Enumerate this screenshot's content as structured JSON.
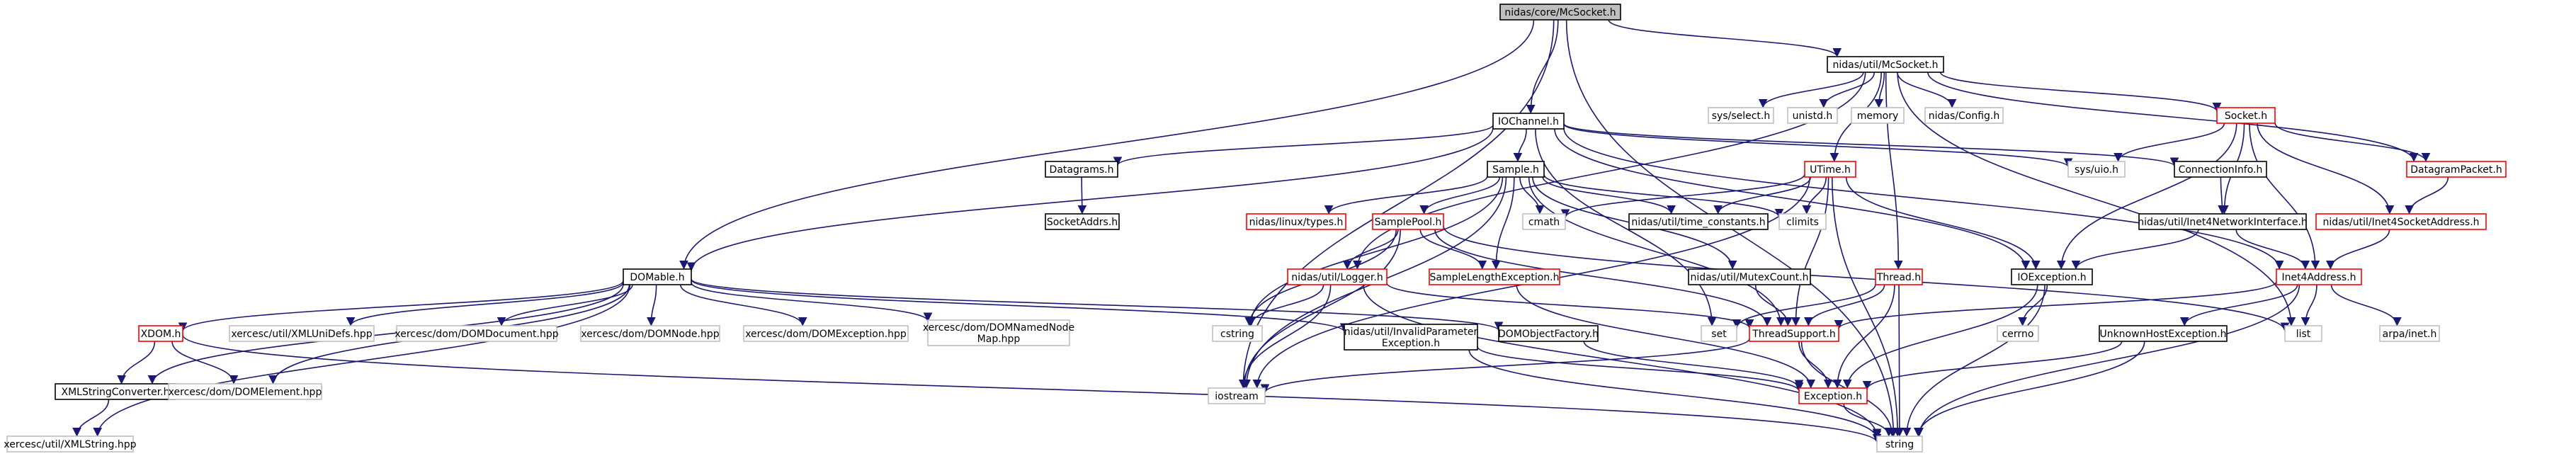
{
  "diagram": {
    "nodes": [
      {
        "id": "mcsocket_core",
        "lines": [
          "nidas/core/McSocket.h"
        ],
        "style": "root"
      },
      {
        "id": "mcsocket_util",
        "lines": [
          "nidas/util/McSocket.h"
        ],
        "style": "normal"
      },
      {
        "id": "dommable",
        "lines": [
          "DOMable.h"
        ],
        "style": "normal"
      },
      {
        "id": "iochannel",
        "lines": [
          "IOChannel.h"
        ],
        "style": "normal"
      },
      {
        "id": "string",
        "lines": [
          "string"
        ],
        "style": "gray"
      },
      {
        "id": "iostream",
        "lines": [
          "iostream"
        ],
        "style": "gray"
      },
      {
        "id": "datagrams",
        "lines": [
          "Datagrams.h"
        ],
        "style": "normal"
      },
      {
        "id": "socketaddrs",
        "lines": [
          "SocketAddrs.h"
        ],
        "style": "normal"
      },
      {
        "id": "sample",
        "lines": [
          "Sample.h"
        ],
        "style": "normal"
      },
      {
        "id": "linuxtypes",
        "lines": [
          "nidas/linux/types.h"
        ],
        "style": "red"
      },
      {
        "id": "samplepool",
        "lines": [
          "SamplePool.h"
        ],
        "style": "red"
      },
      {
        "id": "logger",
        "lines": [
          "nidas/util/Logger.h"
        ],
        "style": "red"
      },
      {
        "id": "samplelength",
        "lines": [
          "SampleLengthException.h"
        ],
        "style": "red"
      },
      {
        "id": "cmath",
        "lines": [
          "cmath"
        ],
        "style": "gray"
      },
      {
        "id": "timeconst",
        "lines": [
          "nidas/util/time_constants.h"
        ],
        "style": "normal"
      },
      {
        "id": "climits",
        "lines": [
          "climits"
        ],
        "style": "gray"
      },
      {
        "id": "mutexcount",
        "lines": [
          "nidas/util/MutexCount.h"
        ],
        "style": "normal"
      },
      {
        "id": "utime",
        "lines": [
          "UTime.h"
        ],
        "style": "red"
      },
      {
        "id": "thread",
        "lines": [
          "Thread.h"
        ],
        "style": "red"
      },
      {
        "id": "threadsupport",
        "lines": [
          "ThreadSupport.h"
        ],
        "style": "red"
      },
      {
        "id": "exception",
        "lines": [
          "Exception.h"
        ],
        "style": "red"
      },
      {
        "id": "ioexception",
        "lines": [
          "IOException.h"
        ],
        "style": "normal"
      },
      {
        "id": "cerrno",
        "lines": [
          "cerrno"
        ],
        "style": "gray"
      },
      {
        "id": "sysselect",
        "lines": [
          "sys/select.h"
        ],
        "style": "gray"
      },
      {
        "id": "unistd",
        "lines": [
          "unistd.h"
        ],
        "style": "gray"
      },
      {
        "id": "memory",
        "lines": [
          "memory"
        ],
        "style": "gray"
      },
      {
        "id": "config",
        "lines": [
          "nidas/Config.h"
        ],
        "style": "gray"
      },
      {
        "id": "socket",
        "lines": [
          "Socket.h"
        ],
        "style": "red"
      },
      {
        "id": "sysuio",
        "lines": [
          "sys/uio.h"
        ],
        "style": "gray"
      },
      {
        "id": "connectioninfo",
        "lines": [
          "ConnectionInfo.h"
        ],
        "style": "normal"
      },
      {
        "id": "datagrampacket",
        "lines": [
          "DatagramPacket.h"
        ],
        "style": "red"
      },
      {
        "id": "inet4netif",
        "lines": [
          "nidas/util/Inet4NetworkInterface.h"
        ],
        "style": "normal"
      },
      {
        "id": "inet4sockaddr",
        "lines": [
          "nidas/util/Inet4SocketAddress.h"
        ],
        "style": "red"
      },
      {
        "id": "inet4address",
        "lines": [
          "Inet4Address.h"
        ],
        "style": "red"
      },
      {
        "id": "list",
        "lines": [
          "list"
        ],
        "style": "gray"
      },
      {
        "id": "arpainet",
        "lines": [
          "arpa/inet.h"
        ],
        "style": "gray"
      },
      {
        "id": "unknownhost",
        "lines": [
          "UnknownHostException.h"
        ],
        "style": "normal"
      },
      {
        "id": "set",
        "lines": [
          "set"
        ],
        "style": "gray"
      },
      {
        "id": "cstring",
        "lines": [
          "cstring"
        ],
        "style": "gray"
      },
      {
        "id": "invalidparam",
        "lines": [
          "nidas/util/InvalidParameter",
          "Exception.h"
        ],
        "style": "normal"
      },
      {
        "id": "domobjfactory",
        "lines": [
          "DOMObjectFactory.h"
        ],
        "style": "normal"
      },
      {
        "id": "xdom",
        "lines": [
          "XDOM.h"
        ],
        "style": "red"
      },
      {
        "id": "xmlstrconv",
        "lines": [
          "XMLStringConverter.h"
        ],
        "style": "normal"
      },
      {
        "id": "xmlstring",
        "lines": [
          "xercesc/util/XMLString.hpp"
        ],
        "style": "gray"
      },
      {
        "id": "xmluni",
        "lines": [
          "xercesc/util/XMLUniDefs.hpp"
        ],
        "style": "gray"
      },
      {
        "id": "domdocument",
        "lines": [
          "xercesc/dom/DOMDocument.hpp"
        ],
        "style": "gray"
      },
      {
        "id": "domnode",
        "lines": [
          "xercesc/dom/DOMNode.hpp"
        ],
        "style": "gray"
      },
      {
        "id": "domexception",
        "lines": [
          "xercesc/dom/DOMException.hpp"
        ],
        "style": "gray"
      },
      {
        "id": "domnamednodemap",
        "lines": [
          "xercesc/dom/DOMNamedNode",
          "Map.hpp"
        ],
        "style": "gray"
      },
      {
        "id": "domelement",
        "lines": [
          "xercesc/dom/DOMElement.hpp"
        ],
        "style": "gray"
      }
    ],
    "edges": [
      [
        "mcsocket_core",
        "dommable"
      ],
      [
        "mcsocket_core",
        "iochannel"
      ],
      [
        "mcsocket_core",
        "mcsocket_util"
      ],
      [
        "mcsocket_core",
        "iostream"
      ],
      [
        "mcsocket_core",
        "string"
      ],
      [
        "mcsocket_util",
        "sysselect"
      ],
      [
        "mcsocket_util",
        "unistd"
      ],
      [
        "mcsocket_util",
        "memory"
      ],
      [
        "mcsocket_util",
        "config"
      ],
      [
        "mcsocket_util",
        "socket"
      ],
      [
        "mcsocket_util",
        "datagrampacket"
      ],
      [
        "mcsocket_util",
        "thread"
      ],
      [
        "mcsocket_util",
        "utime"
      ],
      [
        "mcsocket_util",
        "logger"
      ],
      [
        "mcsocket_util",
        "list"
      ],
      [
        "iochannel",
        "sample"
      ],
      [
        "iochannel",
        "datagrams"
      ],
      [
        "iochannel",
        "connectioninfo"
      ],
      [
        "iochannel",
        "ioexception"
      ],
      [
        "iochannel",
        "dommable"
      ],
      [
        "iochannel",
        "inet4address"
      ],
      [
        "iochannel",
        "sysuio"
      ],
      [
        "iochannel",
        "set"
      ],
      [
        "datagrams",
        "socketaddrs"
      ],
      [
        "sample",
        "linuxtypes"
      ],
      [
        "sample",
        "samplepool"
      ],
      [
        "sample",
        "samplelength"
      ],
      [
        "sample",
        "cmath"
      ],
      [
        "sample",
        "timeconst"
      ],
      [
        "sample",
        "climits"
      ],
      [
        "sample",
        "mutexcount"
      ],
      [
        "sample",
        "iostream"
      ],
      [
        "sample",
        "cstring"
      ],
      [
        "sample",
        "threadsupport"
      ],
      [
        "samplepool",
        "logger"
      ],
      [
        "samplepool",
        "samplelength"
      ],
      [
        "samplepool",
        "threadsupport"
      ],
      [
        "samplepool",
        "list"
      ],
      [
        "samplepool",
        "iostream"
      ],
      [
        "samplepool",
        "cstring"
      ],
      [
        "logger",
        "threadsupport"
      ],
      [
        "logger",
        "cstring"
      ],
      [
        "logger",
        "iostream"
      ],
      [
        "logger",
        "string"
      ],
      [
        "samplelength",
        "exception"
      ],
      [
        "mutexcount",
        "threadsupport"
      ],
      [
        "utime",
        "cmath"
      ],
      [
        "utime",
        "timeconst"
      ],
      [
        "utime",
        "climits"
      ],
      [
        "utime",
        "threadsupport"
      ],
      [
        "utime",
        "ioexception"
      ],
      [
        "utime",
        "iostream"
      ],
      [
        "utime",
        "string"
      ],
      [
        "thread",
        "threadsupport"
      ],
      [
        "thread",
        "exception"
      ],
      [
        "thread",
        "set"
      ],
      [
        "thread",
        "string"
      ],
      [
        "threadsupport",
        "exception"
      ],
      [
        "threadsupport",
        "iostream"
      ],
      [
        "threadsupport",
        "string"
      ],
      [
        "exception",
        "string"
      ],
      [
        "ioexception",
        "exception"
      ],
      [
        "ioexception",
        "cerrno"
      ],
      [
        "ioexception",
        "string"
      ],
      [
        "socket",
        "sysuio"
      ],
      [
        "socket",
        "ioexception"
      ],
      [
        "socket",
        "datagrampacket"
      ],
      [
        "socket",
        "inet4sockaddr"
      ],
      [
        "socket",
        "inet4netif"
      ],
      [
        "socket",
        "inet4address"
      ],
      [
        "connectioninfo",
        "inet4netif"
      ],
      [
        "datagrampacket",
        "inet4sockaddr"
      ],
      [
        "inet4netif",
        "inet4address"
      ],
      [
        "inet4netif",
        "ioexception"
      ],
      [
        "inet4sockaddr",
        "inet4address"
      ],
      [
        "inet4address",
        "unknownhost"
      ],
      [
        "inet4address",
        "threadsupport"
      ],
      [
        "inet4address",
        "list"
      ],
      [
        "inet4address",
        "arpainet"
      ],
      [
        "inet4address",
        "string"
      ],
      [
        "unknownhost",
        "exception"
      ],
      [
        "unknownhost",
        "string"
      ],
      [
        "dommable",
        "xdom"
      ],
      [
        "dommable",
        "xmlstrconv"
      ],
      [
        "dommable",
        "xmluni"
      ],
      [
        "dommable",
        "domdocument"
      ],
      [
        "dommable",
        "domnode"
      ],
      [
        "dommable",
        "domexception"
      ],
      [
        "dommable",
        "domnamednodemap"
      ],
      [
        "dommable",
        "domelement"
      ],
      [
        "dommable",
        "invalidparam"
      ],
      [
        "dommable",
        "xmlstring"
      ],
      [
        "dommable",
        "domobjfactory"
      ],
      [
        "xdom",
        "xmlstrconv"
      ],
      [
        "xdom",
        "domelement"
      ],
      [
        "xdom",
        "string"
      ],
      [
        "xmlstrconv",
        "xmlstring"
      ],
      [
        "invalidparam",
        "exception"
      ],
      [
        "invalidparam",
        "string"
      ],
      [
        "domobjfactory",
        "exception"
      ]
    ]
  }
}
